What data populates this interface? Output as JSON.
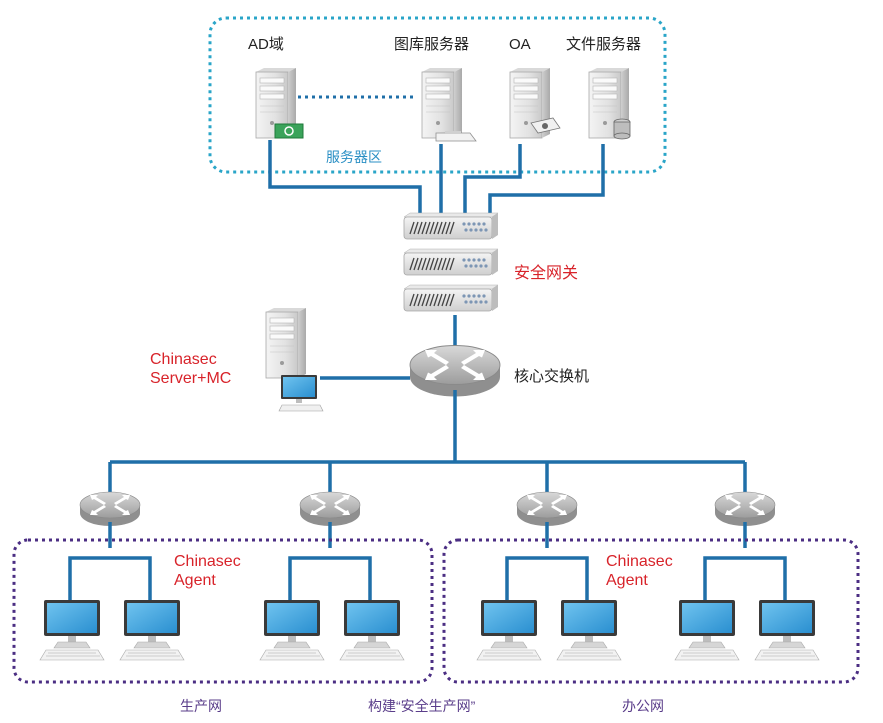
{
  "servers": {
    "ad": "AD域",
    "gallery": "图库服务器",
    "oa": "OA",
    "file": "文件服务器",
    "zone": "服务器区"
  },
  "gateway": "安全网关",
  "core_switch": "核心交换机",
  "mc_server": {
    "line1": "Chinasec",
    "line2": "Server+MC"
  },
  "agent_left": {
    "line1": "Chinasec",
    "line2": "Agent"
  },
  "agent_right": {
    "line1": "Chinasec",
    "line2": "Agent"
  },
  "zones": {
    "production": "生产网",
    "build": "构建“安全生产网”",
    "office": "办公网"
  },
  "colors": {
    "link": "#1f6fa8",
    "server_zone_border": "#2aa5c8",
    "net_zone_border": "#4b2e83",
    "accent_red": "#d8232a"
  }
}
